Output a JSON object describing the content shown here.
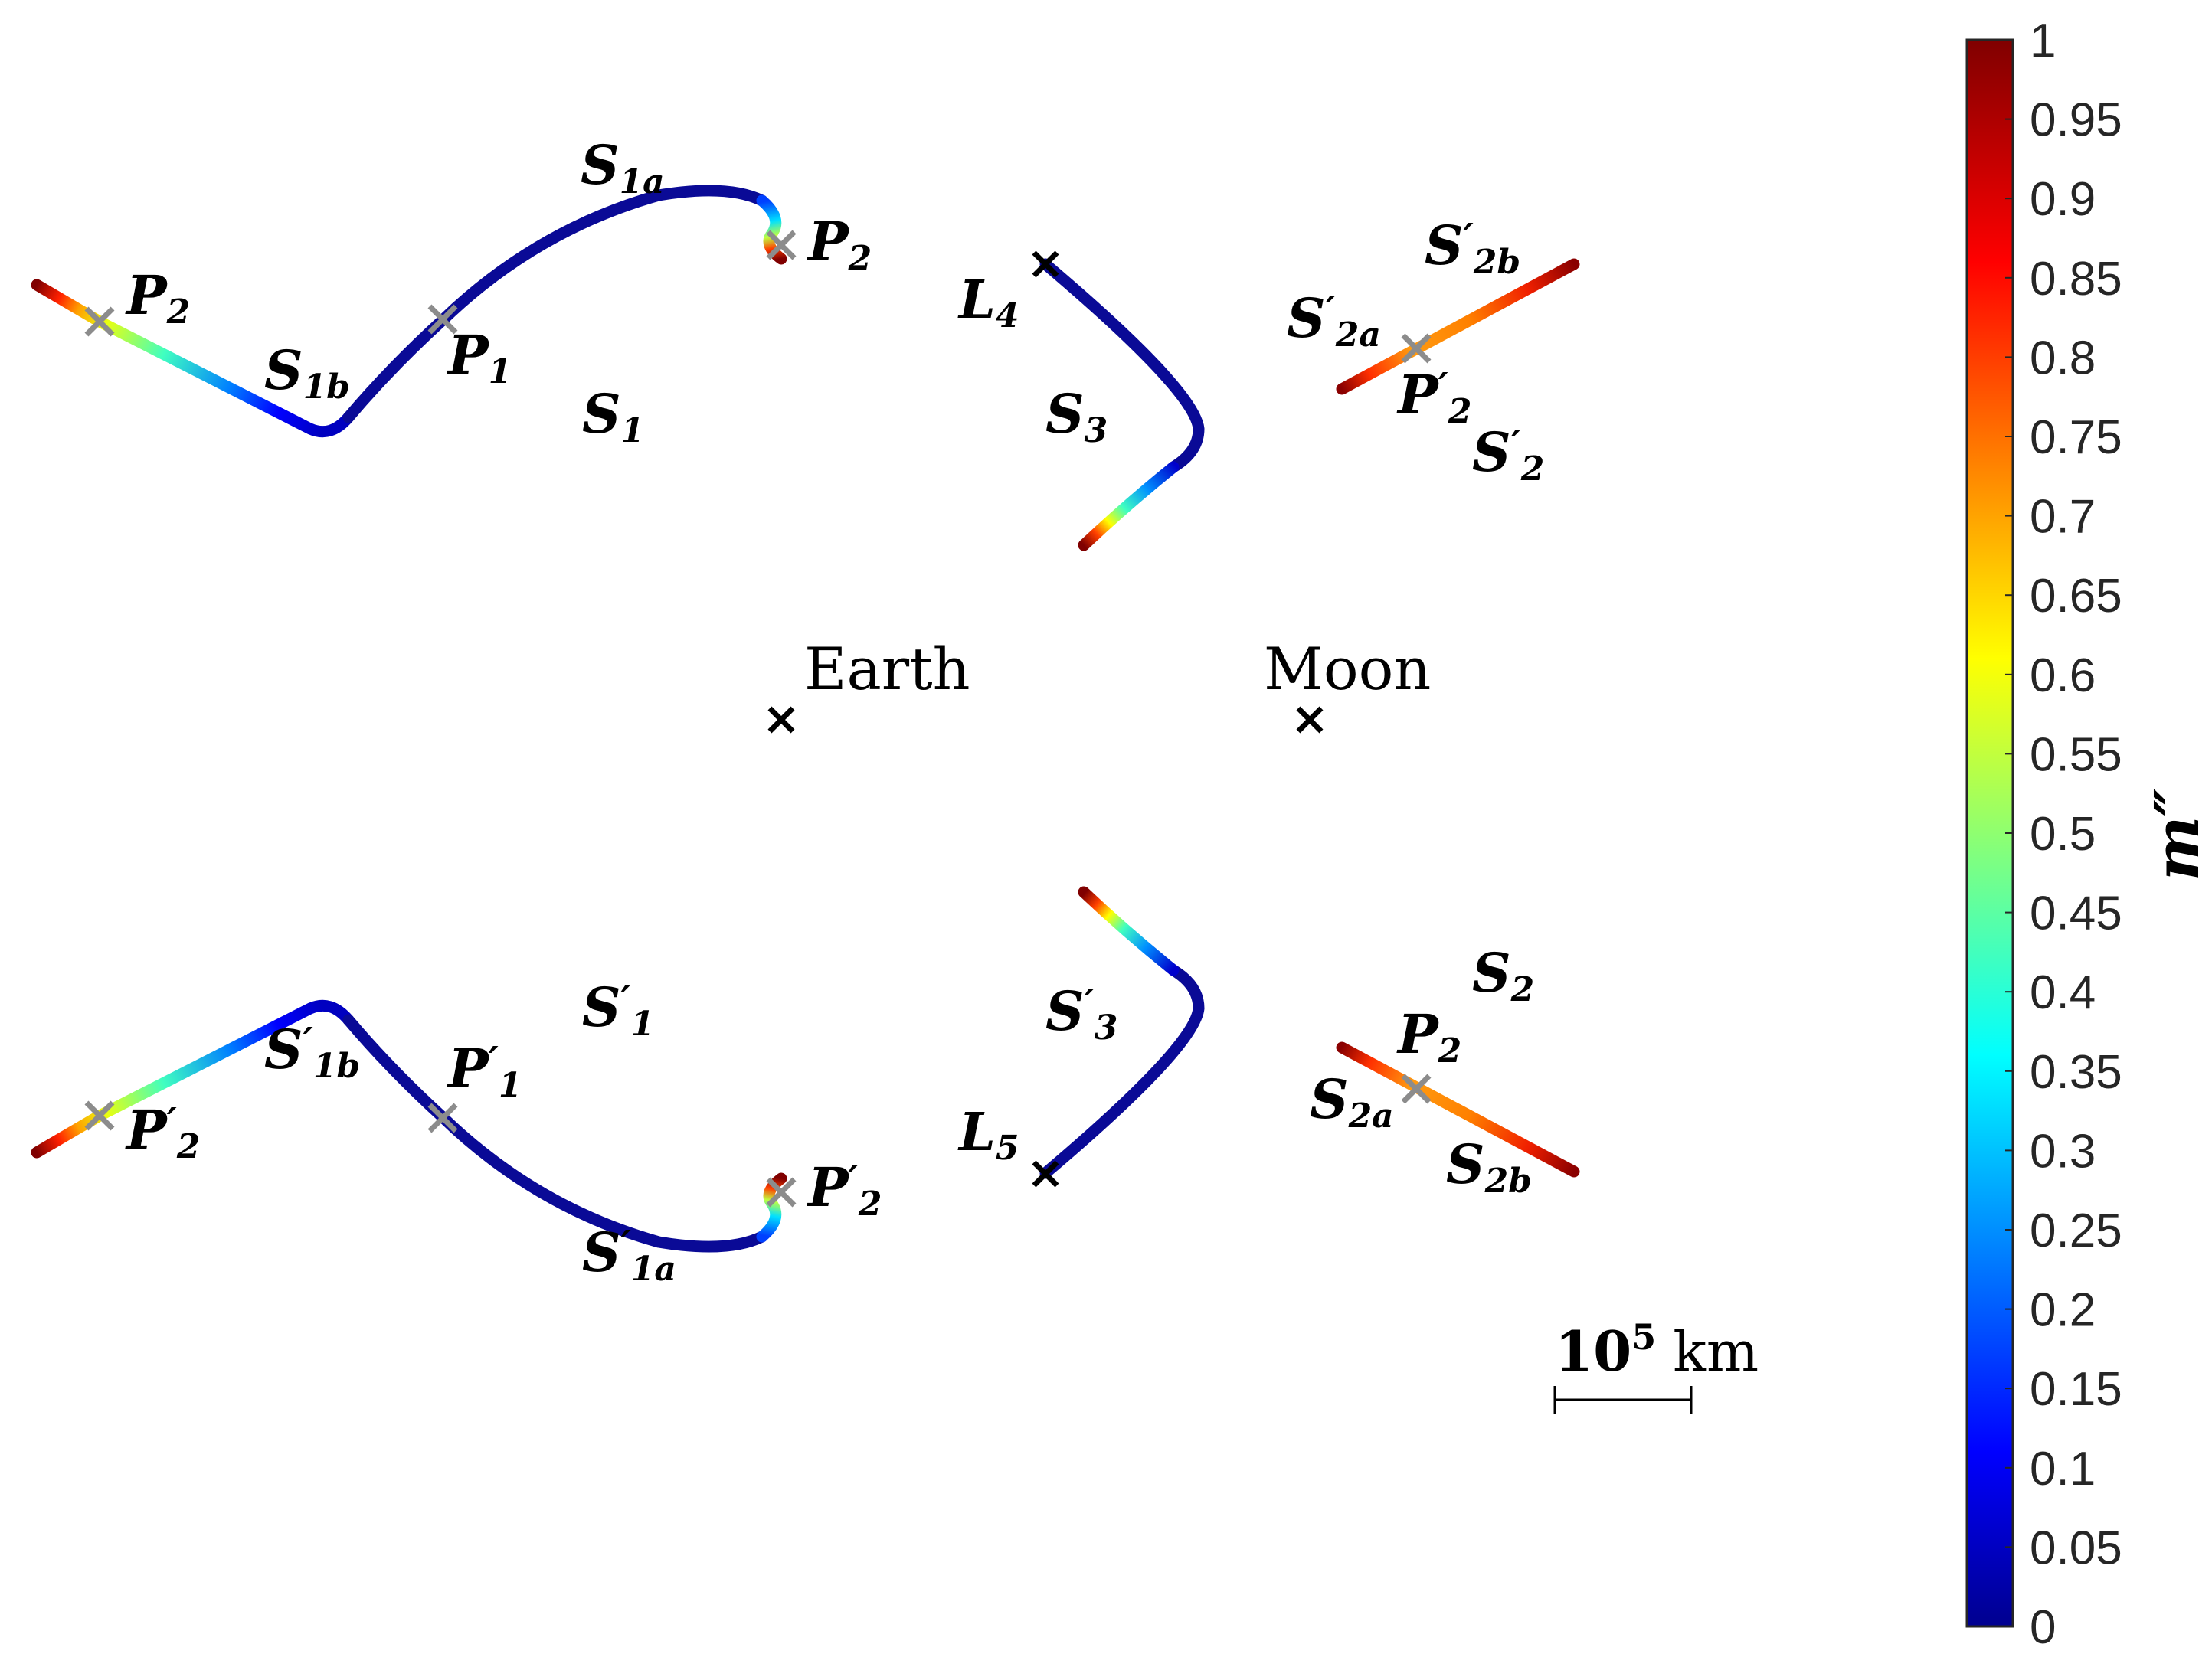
{
  "bodies": {
    "earth": "Earth",
    "moon": "Moon",
    "l4": {
      "base": "L",
      "sub": "4"
    },
    "l5": {
      "base": "L",
      "sub": "5"
    }
  },
  "arc_labels": {
    "s1a": {
      "base": "S",
      "prime": "",
      "sub": "1a"
    },
    "s1b": {
      "base": "S",
      "prime": "",
      "sub": "1b"
    },
    "s1": {
      "base": "S",
      "prime": "",
      "sub": "1"
    },
    "s3": {
      "base": "S",
      "prime": "",
      "sub": "3"
    },
    "s2b_p": {
      "base": "S",
      "prime": "′",
      "sub": "2b"
    },
    "s2a_p": {
      "base": "S",
      "prime": "′",
      "sub": "2a"
    },
    "s2_p": {
      "base": "S",
      "prime": "′",
      "sub": "2"
    },
    "s1_p": {
      "base": "S",
      "prime": "′",
      "sub": "1"
    },
    "s1b_p": {
      "base": "S",
      "prime": "′",
      "sub": "1b"
    },
    "s1a_p": {
      "base": "S",
      "prime": "′",
      "sub": "1a"
    },
    "s3_p": {
      "base": "S",
      "prime": "′",
      "sub": "3"
    },
    "s2": {
      "base": "S",
      "prime": "",
      "sub": "2"
    },
    "s2a": {
      "base": "S",
      "prime": "",
      "sub": "2a"
    },
    "s2b": {
      "base": "S",
      "prime": "",
      "sub": "2b"
    }
  },
  "point_labels": {
    "p2_top_left": {
      "base": "P",
      "prime": "",
      "sub": "2"
    },
    "p1_top": {
      "base": "P",
      "prime": "",
      "sub": "1"
    },
    "p2_top_mid": {
      "base": "P",
      "prime": "",
      "sub": "2"
    },
    "p2p_top_right": {
      "base": "P",
      "prime": "′",
      "sub": "2"
    },
    "p2p_bot_left": {
      "base": "P",
      "prime": "′",
      "sub": "2"
    },
    "p1p_bot": {
      "base": "P",
      "prime": "′",
      "sub": "1"
    },
    "p2p_bot_mid": {
      "base": "P",
      "prime": "′",
      "sub": "2"
    },
    "p2_bot_right": {
      "base": "P",
      "prime": "",
      "sub": "2"
    }
  },
  "scale_bar": {
    "power_base": "10",
    "exponent": "5",
    "unit": "km"
  },
  "colorbar": {
    "label": "m″",
    "min": 0,
    "max": 1,
    "ticks": [
      "0",
      "0.05",
      "0.1",
      "0.15",
      "0.2",
      "0.25",
      "0.3",
      "0.35",
      "0.4",
      "0.45",
      "0.5",
      "0.55",
      "0.6",
      "0.65",
      "0.7",
      "0.75",
      "0.8",
      "0.85",
      "0.9",
      "0.95",
      "1"
    ],
    "colormap": "jet"
  },
  "colors": {
    "marker_black": "#000000",
    "marker_gray": "#8c8c8c",
    "jet_dark_blue": "#00008f",
    "jet_dark_red": "#800000"
  }
}
